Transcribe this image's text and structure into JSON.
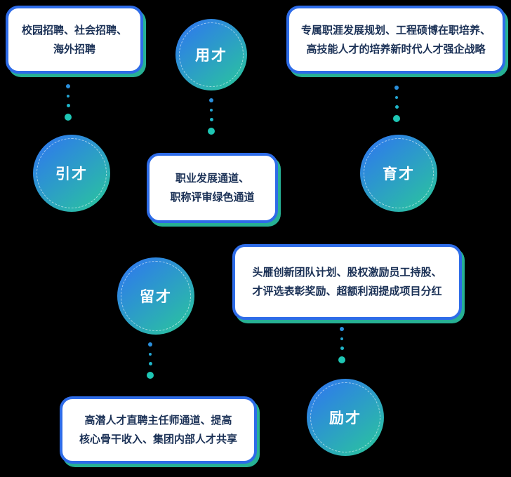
{
  "colors": {
    "background": "#000000",
    "box_background": "#ffffff",
    "box_border_blue": "#2e6ce8",
    "box_shadow_teal": "#2ac3a4",
    "box_text": "#1b3156",
    "circle_gradient_blue": "#2e7de9",
    "circle_gradient_teal": "#2ac0a2",
    "circle_label": "#ffffff",
    "dot_blue": "#2a8fdc",
    "dot_teal": "#1ec6b4"
  },
  "circles": {
    "yongcai": {
      "label": "用才"
    },
    "yincai": {
      "label": "引才"
    },
    "yucai": {
      "label": "育才"
    },
    "liucai": {
      "label": "留才"
    },
    "licai": {
      "label": "励才"
    }
  },
  "boxes": {
    "recruit": {
      "lines": [
        "校园招聘、社会招聘、",
        "海外招聘"
      ]
    },
    "develop": {
      "lines": [
        "专属职涯发展规划、工程硕博在职培养、",
        "高技能人才的培养新时代人才强企战略"
      ]
    },
    "career": {
      "lines": [
        "职业发展通道、",
        "职称评审绿色通道"
      ]
    },
    "incentive": {
      "lines": [
        "头雁创新团队计划、股权激励员工持股、",
        "才评选表彰奖励、超额利润提成项目分红"
      ]
    },
    "share": {
      "lines": [
        "高潜人才直聘主任师通道、提高",
        "核心骨干收入、集团内部人才共享"
      ]
    }
  }
}
